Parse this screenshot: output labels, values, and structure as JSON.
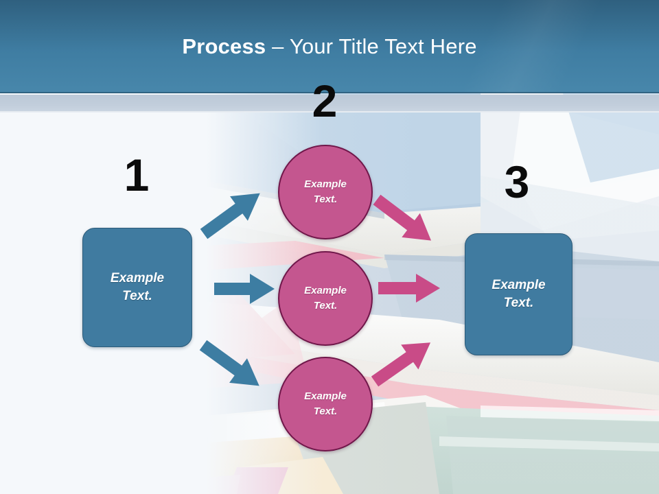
{
  "slide": {
    "title_bold": "Process",
    "title_rest": " – Your Title Text Here",
    "title_full": "Process – Your Title Text Here",
    "background_description": "stack-of-books-photo"
  },
  "colors": {
    "header_top": "#2f607f",
    "header_bottom": "#4887ab",
    "subband": "#c2cedc",
    "body_background": "#f5f8fb",
    "blue_box_fill": "#407ba0",
    "blue_box_border": "#2c5a78",
    "blue_arrow": "#3d7da2",
    "pink_circle_fill": "#c4568f",
    "pink_circle_border": "#70174a",
    "pink_arrow": "#c94b87",
    "step_number": "#0b0b0b",
    "shape_text": "#ffffff"
  },
  "steps": [
    {
      "number": "1",
      "label": "Example\nText.",
      "line1": "Example",
      "line2": "Text."
    },
    {
      "number": "2",
      "label": "Example\nText.",
      "line1": "Example",
      "line2": "Text."
    },
    {
      "number": "3",
      "label": "Example\nText.",
      "line1": "Example",
      "line2": "Text."
    }
  ],
  "stage_one": {
    "number": "1",
    "box": {
      "line1": "Example",
      "line2": "Text."
    }
  },
  "stage_two": {
    "number": "2",
    "circles": [
      {
        "line1": "Example",
        "line2": "Text."
      },
      {
        "line1": "Example",
        "line2": "Text."
      },
      {
        "line1": "Example",
        "line2": "Text."
      }
    ]
  },
  "stage_three": {
    "number": "3",
    "box": {
      "line1": "Example",
      "line2": "Text."
    }
  },
  "arrows": {
    "blue": [
      {
        "name": "blue-arrow-up",
        "direction": "up-right"
      },
      {
        "name": "blue-arrow-straight",
        "direction": "right"
      },
      {
        "name": "blue-arrow-down",
        "direction": "down-right"
      }
    ],
    "pink": [
      {
        "name": "pink-arrow-down",
        "direction": "down-right"
      },
      {
        "name": "pink-arrow-straight",
        "direction": "right"
      },
      {
        "name": "pink-arrow-up",
        "direction": "up-right"
      }
    ]
  }
}
